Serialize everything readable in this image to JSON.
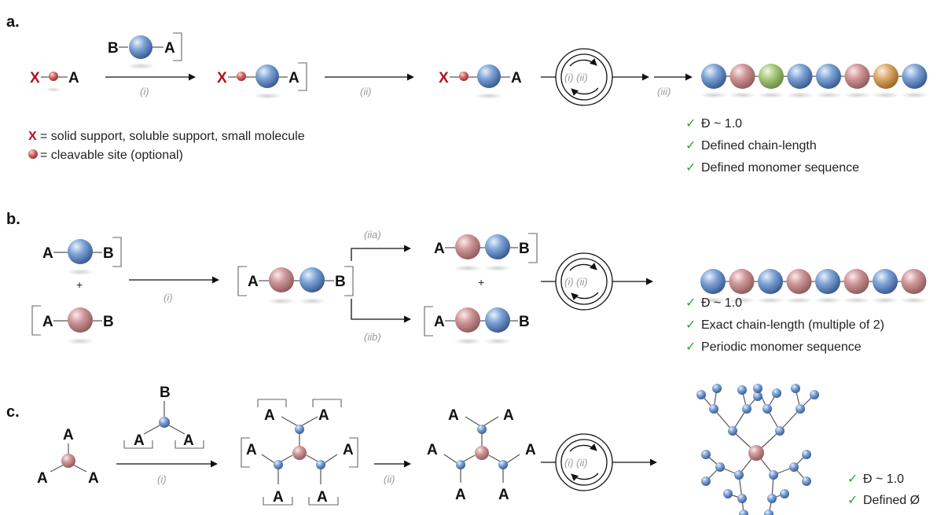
{
  "panels": {
    "a": {
      "label": "a."
    },
    "b": {
      "label": "b."
    },
    "c": {
      "label": "c."
    }
  },
  "atoms": {
    "A": "A",
    "B": "B",
    "X": "X"
  },
  "steps": {
    "i": "(i)",
    "ii": "(ii)",
    "iii": "(iii)",
    "iia": "(iia)",
    "iib": "(iib)",
    "cycle": "(i) (ii)"
  },
  "plus": "+",
  "legend": {
    "x_symbol": "X",
    "x_text": "= solid support,  soluble support,  small molecule",
    "sphere_text": "= cleavable site (optional)"
  },
  "results": {
    "a": [
      "Đ ~ 1.0",
      "Defined chain-length",
      "Defined monomer  sequence"
    ],
    "b": [
      "Đ ~ 1.0",
      "Exact chain-length (multiple of 2)",
      "Periodic monomer  sequence"
    ],
    "c": [
      "Đ ~ 1.0",
      "Defined Ø"
    ]
  },
  "check_mark": "✓",
  "colors": {
    "blue": "#5b86c2",
    "pink": "#c98a8c",
    "green": "#9ec070",
    "orange": "#d9a05c",
    "red_x": "#b3121b",
    "check": "#2aa832"
  },
  "chains": {
    "a": [
      "blue",
      "pink",
      "green",
      "blue",
      "blue",
      "pink",
      "orange",
      "blue"
    ],
    "b": [
      "blue",
      "pink",
      "blue",
      "pink",
      "blue",
      "pink",
      "blue",
      "pink"
    ]
  }
}
